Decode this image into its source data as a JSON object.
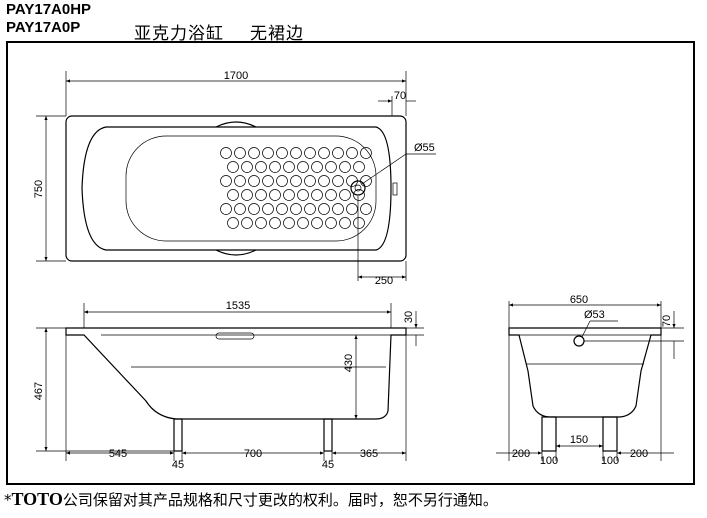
{
  "header": {
    "model_hp": "PAY17A0HP",
    "model_p": "PAY17A0P",
    "product_name": "亚克力浴缸",
    "product_type": "无裙边"
  },
  "top_view": {
    "length": "1700",
    "width": "750",
    "overflow_offset": "70",
    "drain_diameter": "Ø55",
    "drain_offset": "250"
  },
  "side_view": {
    "inner_length": "1535",
    "rim_height": "30",
    "inner_depth": "430",
    "overall_height": "467",
    "leg_start": "545",
    "leg_width_left": "45",
    "leg_spacing": "700",
    "leg_width_right": "45",
    "leg_end": "365"
  },
  "end_view": {
    "width": "650",
    "overflow_diameter": "Ø53",
    "overflow_height": "70",
    "outer_left": "200",
    "leg_left": "100",
    "leg_gap": "150",
    "leg_right": "100",
    "outer_right": "200"
  },
  "footer": {
    "mark": "*",
    "brand": "TOTO",
    "notice": "公司保留对其产品规格和尺寸更改的权利。届时，恕不另行通知。"
  }
}
